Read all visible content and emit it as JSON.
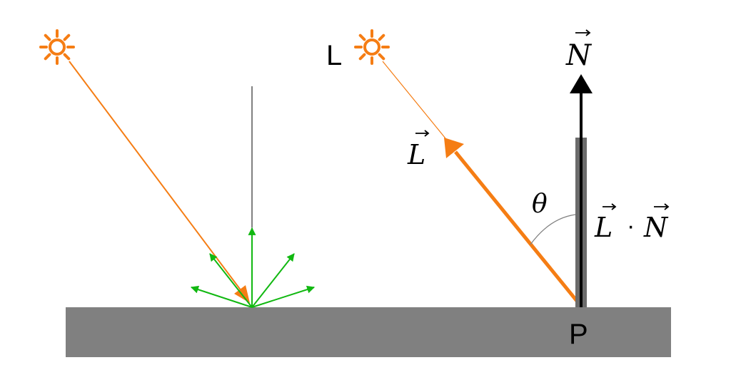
{
  "labels": {
    "light": "L",
    "point": "P",
    "normal": "N",
    "light_vector": "L",
    "angle": "θ",
    "dot_product": {
      "left": "L",
      "operator": "·",
      "right": "N"
    }
  },
  "icons": {
    "light_source": "sun-icon"
  },
  "colors": {
    "surface": "#808080",
    "light_ray": "#f57d14",
    "scatter_arrows": "#11b811",
    "normal": "#000000",
    "projection_bar": "#6b6b6b",
    "angle_arc": "#808080"
  }
}
